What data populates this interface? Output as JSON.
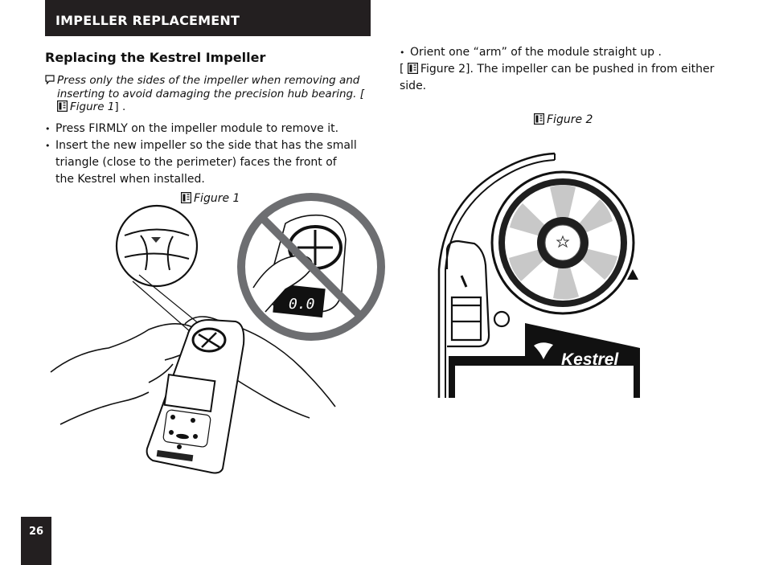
{
  "header": {
    "section_title": "IMPELLER REPLACEMENT"
  },
  "left": {
    "subheading": "Replacing the Kestrel Impeller",
    "note": {
      "icon": "note-icon",
      "text": "Press only the sides of the impeller when removing and inserting to avoid damaging the precision hub bearing. [",
      "figure_ref": "Figure 1",
      "close": "] ."
    },
    "bullets": [
      "Press FIRMLY on the impeller module to remove it.",
      "Insert the new impeller so the side that has the small triangle (close to the perimeter) faces the front of the Kestrel when installed."
    ],
    "figure_caption": "Figure 1"
  },
  "right": {
    "bullet": "Orient one “arm” of the module straight up .",
    "continuation_open": "[",
    "figure_ref": "Figure 2",
    "continuation_rest": "]. The impeller can be pushed in from either side.",
    "figure_caption": "Figure 2",
    "brand_label": "Kestrel"
  },
  "figure2_screen_readout": "0.0",
  "icons": [
    "note-icon",
    "figure-icon",
    "kestrel-bird-logo-icon",
    "no-symbol-icon"
  ],
  "footer": {
    "page_number": "26"
  }
}
